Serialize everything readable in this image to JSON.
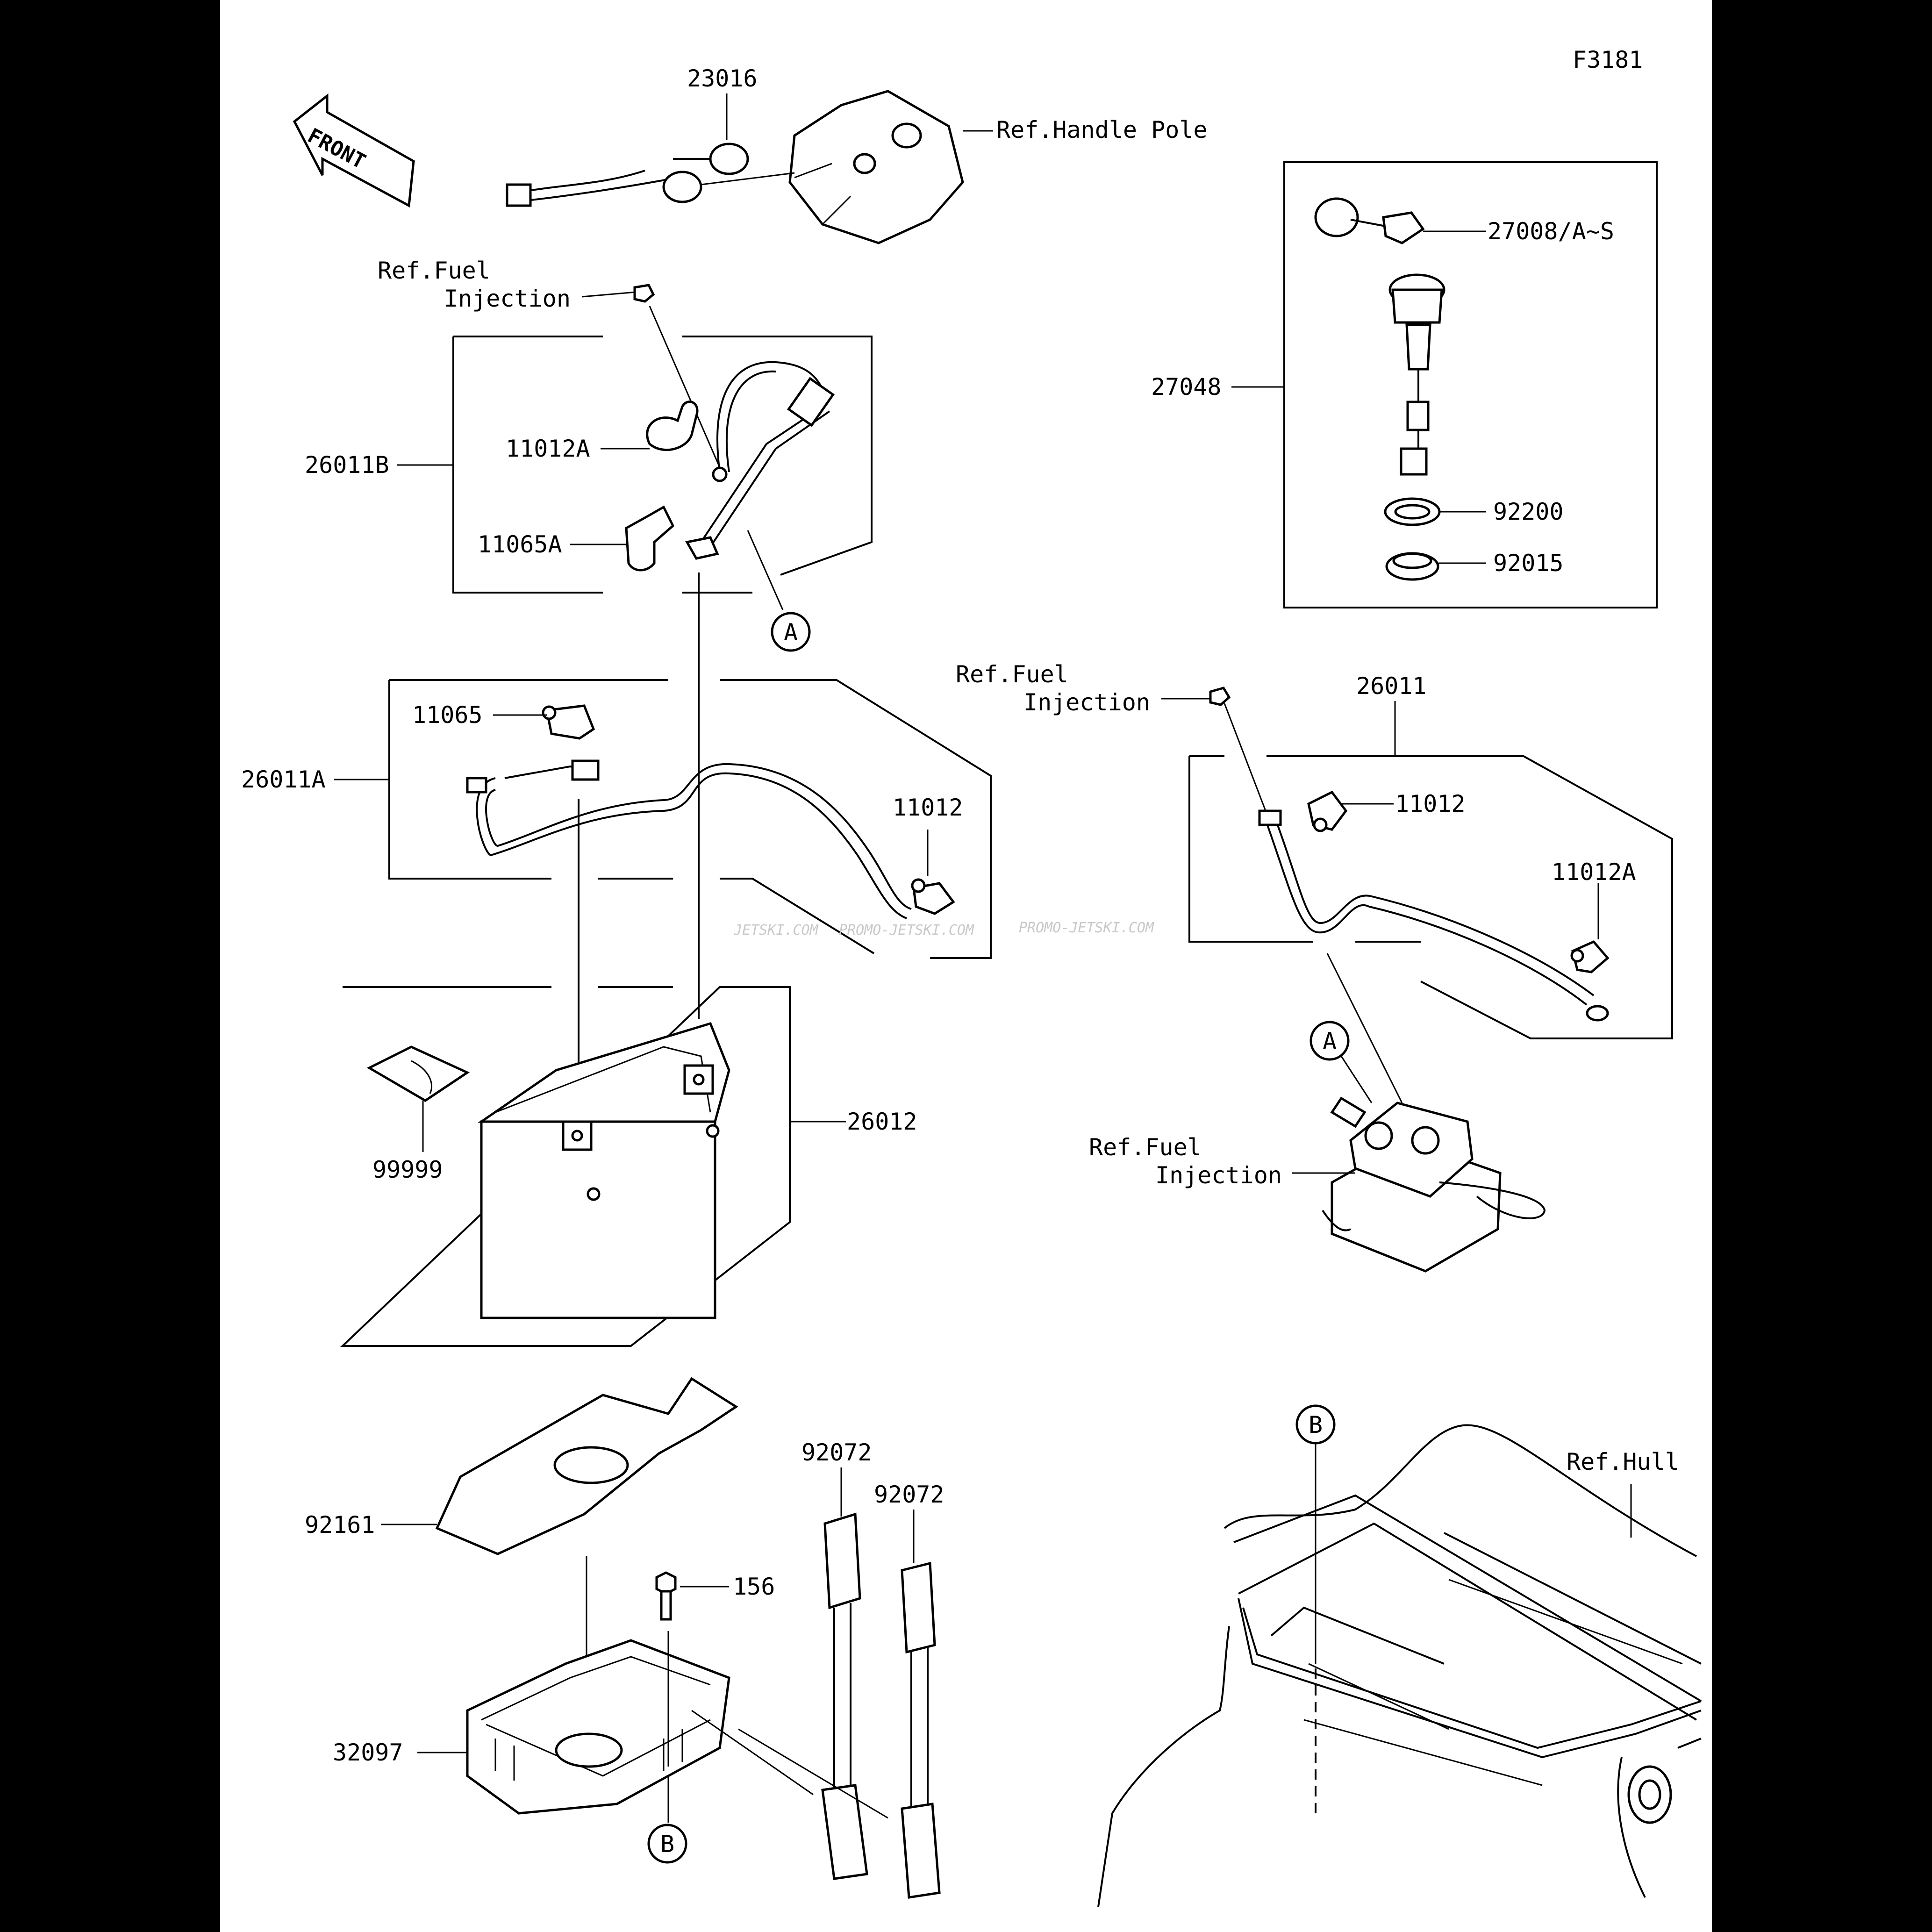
{
  "figure_id": "F3181",
  "front_label": "FRONT",
  "watermarks": [
    "JETSKI.COM",
    "PROMO-JETSKI.COM",
    "PROMO-JETSKI.COM"
  ],
  "callout_letters": {
    "a1": "A",
    "a2": "A",
    "b1": "B",
    "b2": "B"
  },
  "labels": {
    "p23016": "23016",
    "ref_handle_pole": "Ref.Handle Pole",
    "ref_fuel_1_line1": "Ref.Fuel",
    "ref_fuel_1_line2": "Injection",
    "p27008": "27008/A~S",
    "p27048": "27048",
    "p92200": "92200",
    "p92015": "92015",
    "p26011B": "26011B",
    "p11012A_top": "11012A",
    "p11065A": "11065A",
    "ref_fuel_2_line1": "Ref.Fuel",
    "ref_fuel_2_line2": "Injection",
    "p26011": "26011",
    "p11012_right": "11012",
    "p11012A_right": "11012A",
    "p11065": "11065",
    "p26011A": "26011A",
    "p11012_mid": "11012",
    "p26012": "26012",
    "p99999": "99999",
    "ref_fuel_3_line1": "Ref.Fuel",
    "ref_fuel_3_line2": "Injection",
    "p92161": "92161",
    "p92072_a": "92072",
    "p92072_b": "92072",
    "p156": "156",
    "p32097": "32097",
    "ref_hull": "Ref.Hull"
  }
}
